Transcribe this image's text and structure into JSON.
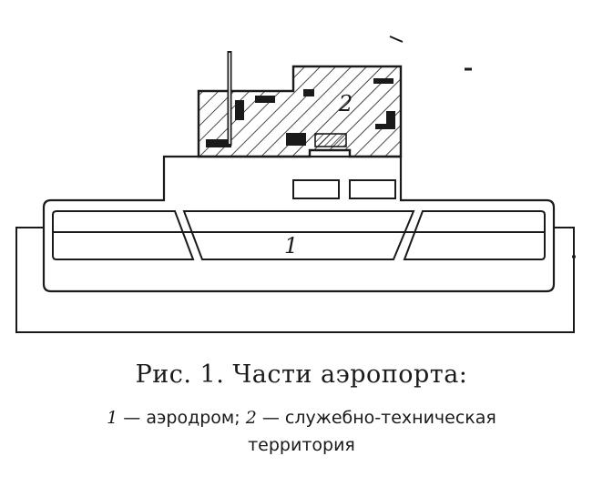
{
  "figure": {
    "labels": {
      "aerodrome": "1",
      "service_area": "2"
    },
    "caption": {
      "title": "Рис. 1. Части аэропорта:",
      "item1_num": "1",
      "item1_text": "— аэродром;",
      "item2_num": "2",
      "item2_text_a": "— служебно-техническая",
      "item2_text_b": "территория"
    },
    "colors": {
      "ink": "#1a1a1a",
      "paper": "#ffffff"
    }
  }
}
